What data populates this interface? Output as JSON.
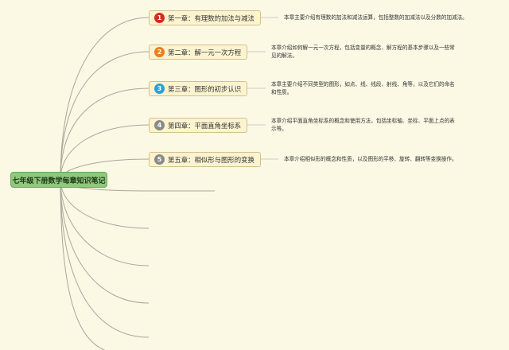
{
  "root": {
    "title": "七年级下册数学每章知识笔记"
  },
  "chapters": [
    {
      "num": "1",
      "badge_color": "#d62b1f",
      "title": "第一章：有理数的加法与减法",
      "desc": [
        "本章主要介绍有理数的加法和减法运算，包括整数的加减法以及分数的加减法。"
      ]
    },
    {
      "num": "2",
      "badge_color": "#ef7d1a",
      "title": "第二章：解一元一次方程",
      "desc": [
        "本章介绍如何解一元一次方程，包括变量的概念、解方程的基本步骤以及一些常",
        "见的解法。"
      ]
    },
    {
      "num": "3",
      "badge_color": "#2a9fd8",
      "title": "第三章：图形的初步认识",
      "desc": [
        "本章主要介绍不同类型的图形，如点、线、线段、射线、角等，以及它们的命名",
        "和性质。"
      ]
    },
    {
      "num": "4",
      "badge_color": "#8a8a8a",
      "title": "第四章：平面直角坐标系",
      "desc": [
        "本章介绍平面直角坐标系的概念和使用方法，包括坐标轴、坐标、平面上点的表",
        "示等。"
      ]
    },
    {
      "num": "5",
      "badge_color": "#8a8a8a",
      "title": "第五章：相似形与图形的变换",
      "desc": [
        "本章介绍相似形的概念和性质，以及图形的平移、旋转、翻转等变换操作。"
      ]
    }
  ],
  "colors": {
    "background": "#fbf8e4",
    "branch": "#a9a899",
    "root_fill": "#8fc77d",
    "topic_fill": "#fcf4d0"
  }
}
